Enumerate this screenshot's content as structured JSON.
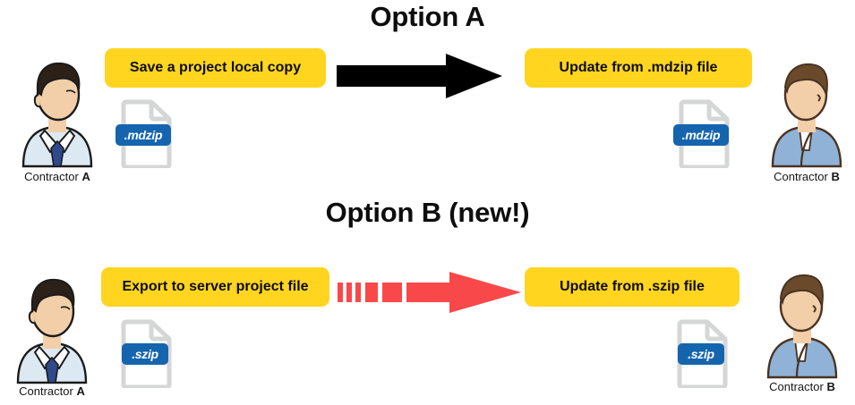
{
  "diagram": {
    "title_hidden": "",
    "colors": {
      "yellow_box": "#FFD520",
      "black_arrow": "#000000",
      "red_arrow": "#F9484A",
      "file_label_blue": "#1565AE",
      "file_outline_gray": "#D5D6D6",
      "shirt_light_blue": "#DCE9F2",
      "tie_blue": "#2E4A8B",
      "skin": "#F2CFA8",
      "hair_dark": "#2B2118",
      "hair_brown": "#6B4A2B",
      "jacket_blue": "#8FB2D6",
      "background": "#FFFFFF"
    },
    "sections": [
      {
        "id": "option-a",
        "title": "Option A",
        "source_box_label": "Save a project local copy",
        "target_box_label": "Update from .mdzip file",
        "arrow_style": "solid-black",
        "source_file_ext": ".mdzip",
        "target_file_ext": ".mdzip",
        "source_person_label_prefix": "Contractor ",
        "source_person_label_bold": "A",
        "target_person_label_prefix": "Contractor ",
        "target_person_label_bold": "B"
      },
      {
        "id": "option-b",
        "title": "Option B (new!)",
        "source_box_label": "Export to server project file",
        "target_box_label": "Update from .szip file",
        "arrow_style": "dashed-red",
        "source_file_ext": ".szip",
        "target_file_ext": ".szip",
        "source_person_label_prefix": "Contractor ",
        "source_person_label_bold": "A",
        "target_person_label_prefix": "Contractor ",
        "target_person_label_bold": "B"
      }
    ],
    "icons": {
      "person_a": "person-male-shirt-tie-icon",
      "person_b": "person-male-jacket-icon",
      "file": "document-file-icon",
      "arrow_solid": "arrow-right-solid-icon",
      "arrow_dashed": "arrow-right-dashed-icon"
    }
  }
}
